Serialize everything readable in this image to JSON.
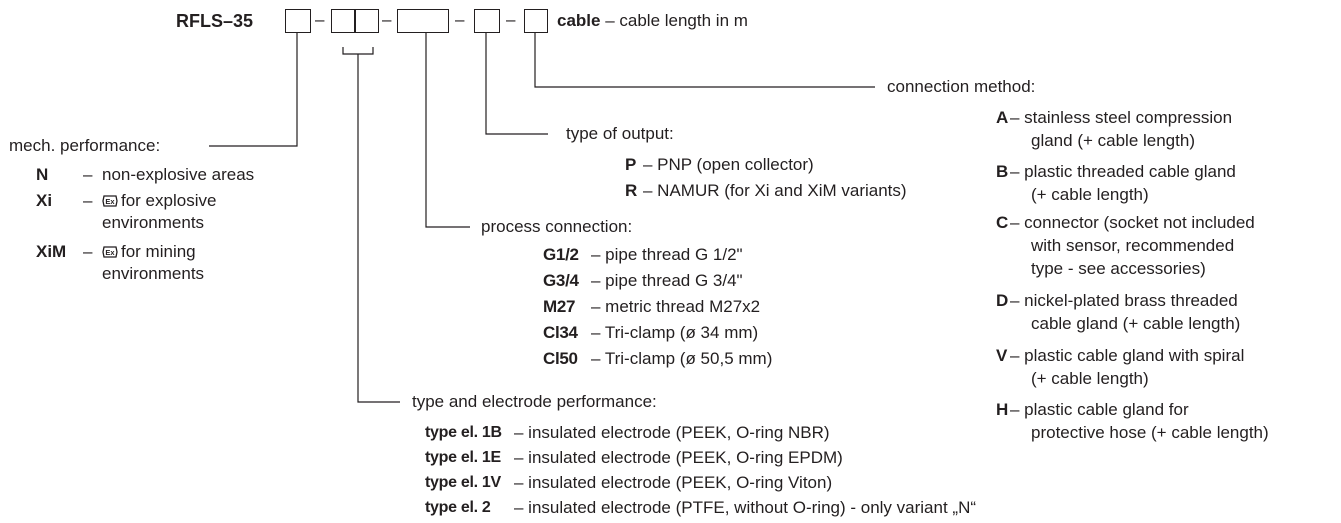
{
  "header": {
    "model": "RFLS",
    "model_suffix": "–35",
    "separator": "–",
    "cable_bold": "cable",
    "cable_rest": " – cable length in m"
  },
  "mech": {
    "title": "mech. performance:",
    "items": [
      {
        "code": "N",
        "dash": "–",
        "lines": [
          "non-explosive areas"
        ]
      },
      {
        "code": "Xi",
        "dash": "–",
        "icon": "ex-mark-icon",
        "lines": [
          "for explosive",
          "environments"
        ]
      },
      {
        "code": "XiM",
        "dash": "–",
        "icon": "ex-mark-icon",
        "lines": [
          "for mining",
          "environments"
        ]
      }
    ]
  },
  "electrode": {
    "title": "type and electrode performance:",
    "items": [
      {
        "code": "type el. 1B",
        "text": "– insulated electrode (PEEK, O-ring NBR)"
      },
      {
        "code": "type el. 1E",
        "text": "– insulated electrode (PEEK, O-ring EPDM)"
      },
      {
        "code": "type el. 1V",
        "text": "– insulated electrode (PEEK, O-ring Viton)"
      },
      {
        "code": "type el. 2",
        "text": "– insulated electrode (PTFE, without O-ring) - only variant „N“"
      }
    ]
  },
  "process": {
    "title": "process connection:",
    "items": [
      {
        "code": "G1/2",
        "text": "– pipe thread G 1/2\""
      },
      {
        "code": "G3/4",
        "text": "– pipe thread G 3/4\""
      },
      {
        "code": "M27",
        "text": "– metric thread M27x2"
      },
      {
        "code": "Cl34",
        "text": "– Tri-clamp (ø 34 mm)"
      },
      {
        "code": "Cl50",
        "text": "– Tri-clamp (ø 50,5 mm)"
      }
    ]
  },
  "output": {
    "title": "type of output:",
    "items": [
      {
        "code": "P",
        "text": "– PNP (open collector)"
      },
      {
        "code": "R",
        "text": "– NAMUR (for Xi and XiM variants)"
      }
    ]
  },
  "connection": {
    "title": "connection method:",
    "items": [
      {
        "code": "A",
        "lines": [
          "– stainless steel compression",
          "gland (+ cable length)"
        ]
      },
      {
        "code": "B",
        "lines": [
          "– plastic threaded cable gland",
          "(+ cable length)"
        ]
      },
      {
        "code": "C",
        "lines": [
          "– connector (socket not included",
          "with sensor, recommended",
          "type - see accessories)"
        ]
      },
      {
        "code": "D",
        "lines": [
          "– nickel-plated brass threaded",
          "cable gland (+ cable length)"
        ]
      },
      {
        "code": "V",
        "lines": [
          "– plastic cable gland with spiral",
          "(+ cable length)"
        ]
      },
      {
        "code": "H",
        "lines": [
          "– plastic cable gland for",
          "protective hose (+ cable length)"
        ]
      }
    ]
  }
}
